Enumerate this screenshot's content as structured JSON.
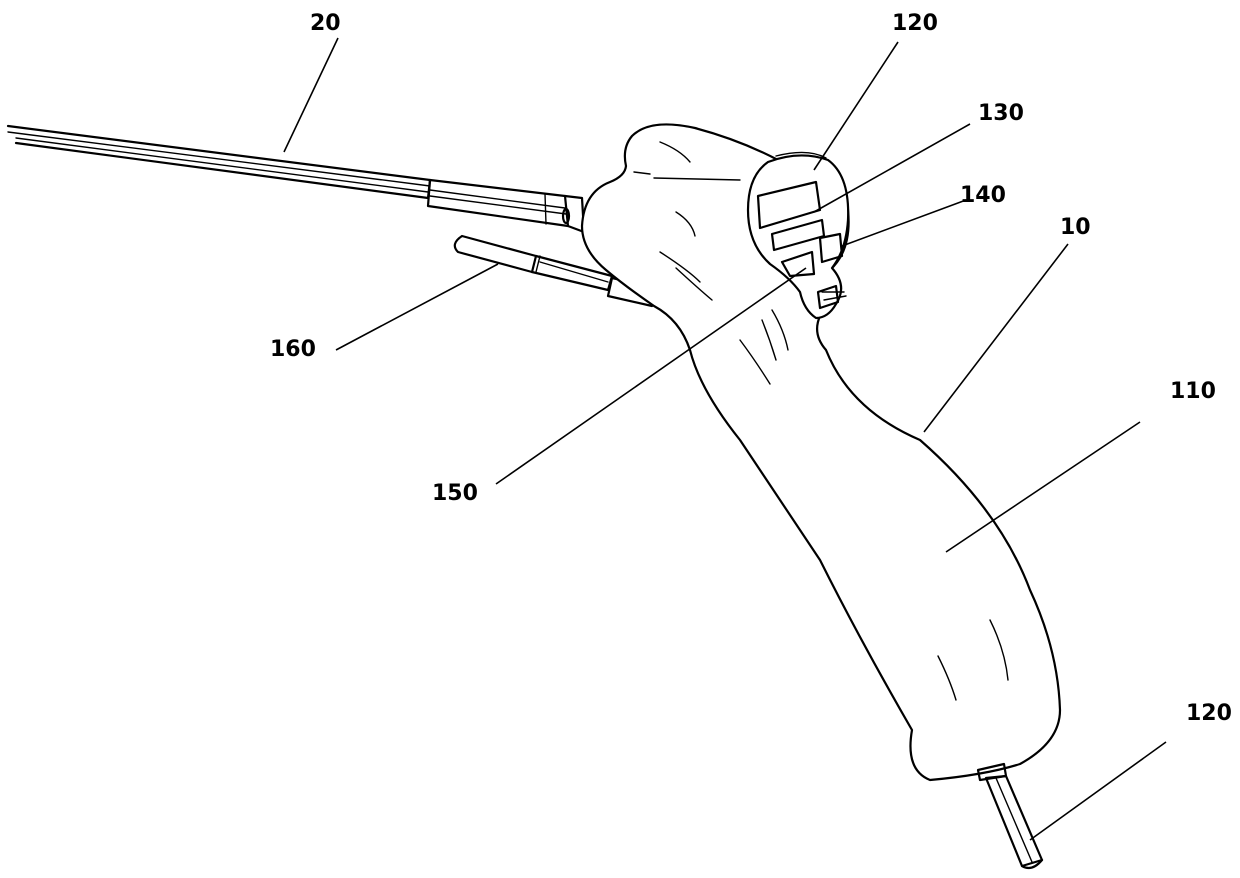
{
  "figure": {
    "line_color": "#000000",
    "background": "#ffffff",
    "labels": {
      "shaft": "20",
      "display": "120",
      "button_upper": "130",
      "button_side": "140",
      "handle": "10",
      "button_lower": "150",
      "side_rod": "160",
      "grip": "110",
      "cable": "120"
    }
  }
}
